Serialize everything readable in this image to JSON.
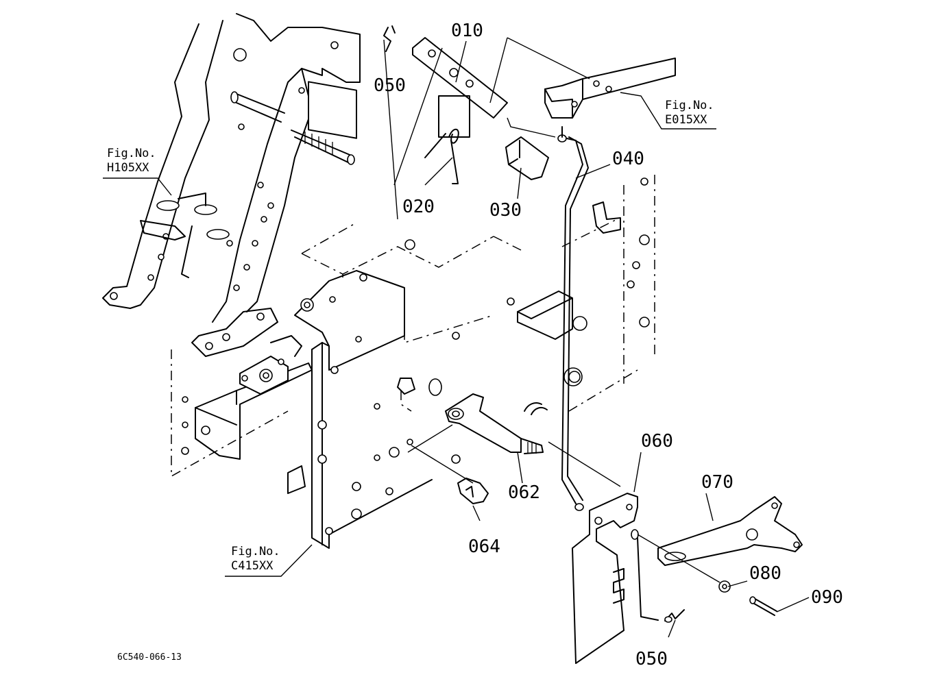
{
  "diagram": {
    "drawing_code": "6C540-066-13",
    "part_labels": {
      "p010": "010",
      "p020": "020",
      "p030": "030",
      "p040": "040",
      "p050_top": "050",
      "p050_bottom": "050",
      "p060": "060",
      "p062": "062",
      "p064": "064",
      "p070": "070",
      "p080": "080",
      "p090": "090"
    },
    "figure_refs": {
      "h105": {
        "line1": "Fig.No.",
        "line2": "H105XX"
      },
      "e015": {
        "line1": "Fig.No.",
        "line2": "E015XX"
      },
      "c415": {
        "line1": "Fig.No.",
        "line2": "C415XX"
      }
    }
  }
}
